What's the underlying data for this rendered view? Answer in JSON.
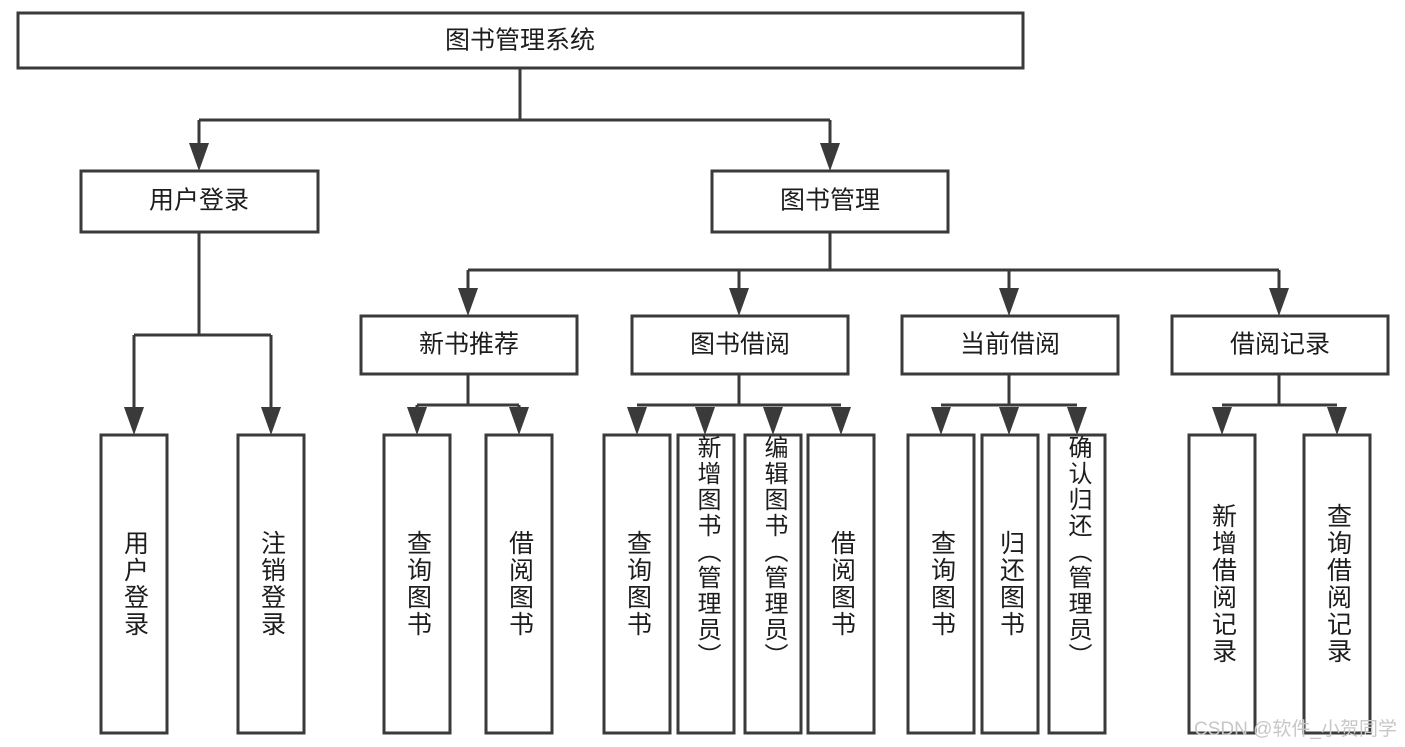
{
  "diagram": {
    "type": "tree",
    "title": "图书管理系统",
    "watermark": "CSDN @软件_小贺同学",
    "colors": {
      "stroke": "#3a3a3a",
      "box_fill": "#ffffff",
      "text": "#1d1d1d",
      "background": "#ffffff",
      "watermark": "#c7c7c7"
    },
    "levels": {
      "root": {
        "label": "图书管理系统"
      },
      "level2": [
        {
          "label": "用户登录"
        },
        {
          "label": "图书管理"
        }
      ],
      "level3": [
        {
          "label": "新书推荐"
        },
        {
          "label": "图书借阅"
        },
        {
          "label": "当前借阅"
        },
        {
          "label": "借阅记录"
        }
      ],
      "leaves": {
        "user_login": [
          {
            "label": "用户登录"
          },
          {
            "label": "注销登录"
          }
        ],
        "new_book": [
          {
            "label": "查询图书"
          },
          {
            "label": "借阅图书"
          }
        ],
        "book_borrow": [
          {
            "label": "查询图书"
          },
          {
            "label": "新增图书（管理员）"
          },
          {
            "label": "编辑图书（管理员）"
          },
          {
            "label": "借阅图书"
          }
        ],
        "current_borrow": [
          {
            "label": "查询图书"
          },
          {
            "label": "归还图书"
          },
          {
            "label": "确认归还（管理员）"
          }
        ],
        "borrow_record": [
          {
            "label": "新增借阅记录"
          },
          {
            "label": "查询借阅记录"
          }
        ]
      }
    }
  }
}
